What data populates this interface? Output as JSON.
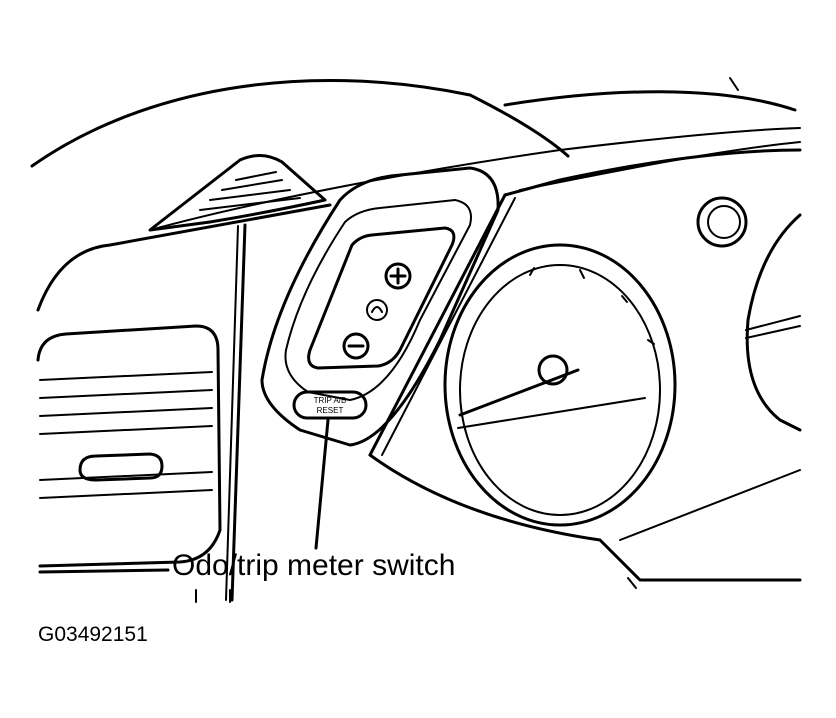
{
  "callout": {
    "label": "Odo/trip meter switch"
  },
  "figure": {
    "id": "G03492151"
  },
  "switch": {
    "label_line1": "TRIP A/B",
    "label_line2": "RESET"
  },
  "controls": {
    "plus_symbol": "+",
    "minus_symbol": "−"
  },
  "colors": {
    "ink": "#000000",
    "paper": "#ffffff"
  }
}
